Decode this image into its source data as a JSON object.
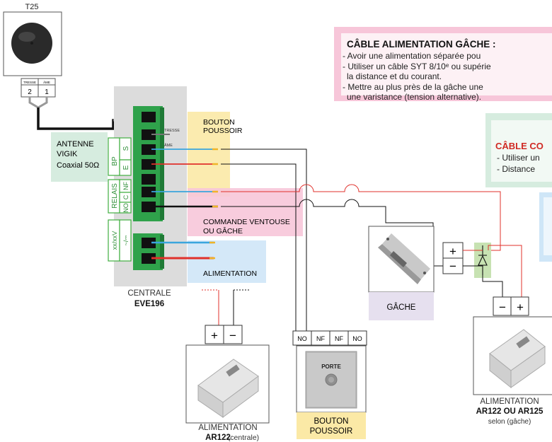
{
  "t25": {
    "title": "T25",
    "tresse": "TRESSE",
    "ame": "ÂME",
    "n2": "2",
    "n1": "1"
  },
  "antenna": {
    "line1": "ANTENNE",
    "line2": "VIGIK",
    "line3": "Coaxial 50Ω"
  },
  "centrale": {
    "tresse": "TRESSE",
    "ame": "ÂME",
    "bp": "BP",
    "e": "E",
    "s": "S",
    "relais": "RELAIS",
    "nf": "NF",
    "c": "C",
    "no": "NO",
    "power": "xx/xxV",
    "power_symbol": "~/⎓",
    "caption1": "CENTRALE",
    "caption2": "EVE196"
  },
  "labels": {
    "bouton_poussoir_1": "BOUTON",
    "bouton_poussoir_2": "POUSSOIR",
    "commande_1": "COMMANDE VENTOUSE",
    "commande_2": "OU GÂCHE",
    "alimentation": "ALIMENTATION"
  },
  "note_alim": {
    "title": "CÂBLE ALIMENTATION GÂCHE :",
    "l1": "- Avoir une alimentation séparée pou",
    "l2": "- Utiliser un câble SYT 8/10ᵉ ou supérie",
    "l3": "  la distance et du courant.",
    "l4": "- Mettre au plus près de la gâche une",
    "l5": "  une varistance (tension alternative)."
  },
  "note_com": {
    "title": "CÂBLE CO",
    "l1": "- Utiliser un",
    "l2": "- Distance"
  },
  "gache": {
    "label": "GÂCHE",
    "plus": "+",
    "minus": "−"
  },
  "alim_right": {
    "plus": "+",
    "minus": "−",
    "c1": "ALIMENTATION",
    "c2": "AR122 OU AR125",
    "c3": "selon (gâche)"
  },
  "alim_left": {
    "plus": "+",
    "minus": "−",
    "c1": "ALIMENTATION",
    "c2": "AR122",
    "c3": "(centrale)"
  },
  "bouton": {
    "no1": "NO",
    "nf1": "NF",
    "nf2": "NF",
    "no2": "NO",
    "porte": "PORTE",
    "c1": "BOUTON",
    "c2": "POUSSOIR"
  },
  "colors": {
    "red": "#e0312b",
    "blue": "#3aa6dd",
    "green": "#3fae3f",
    "yellow": "#fbe9a6",
    "pink": "#f7c6d9",
    "lightblue": "#cfe6f7",
    "mint": "#d6ecdf",
    "lavender": "#e6e0ef"
  }
}
